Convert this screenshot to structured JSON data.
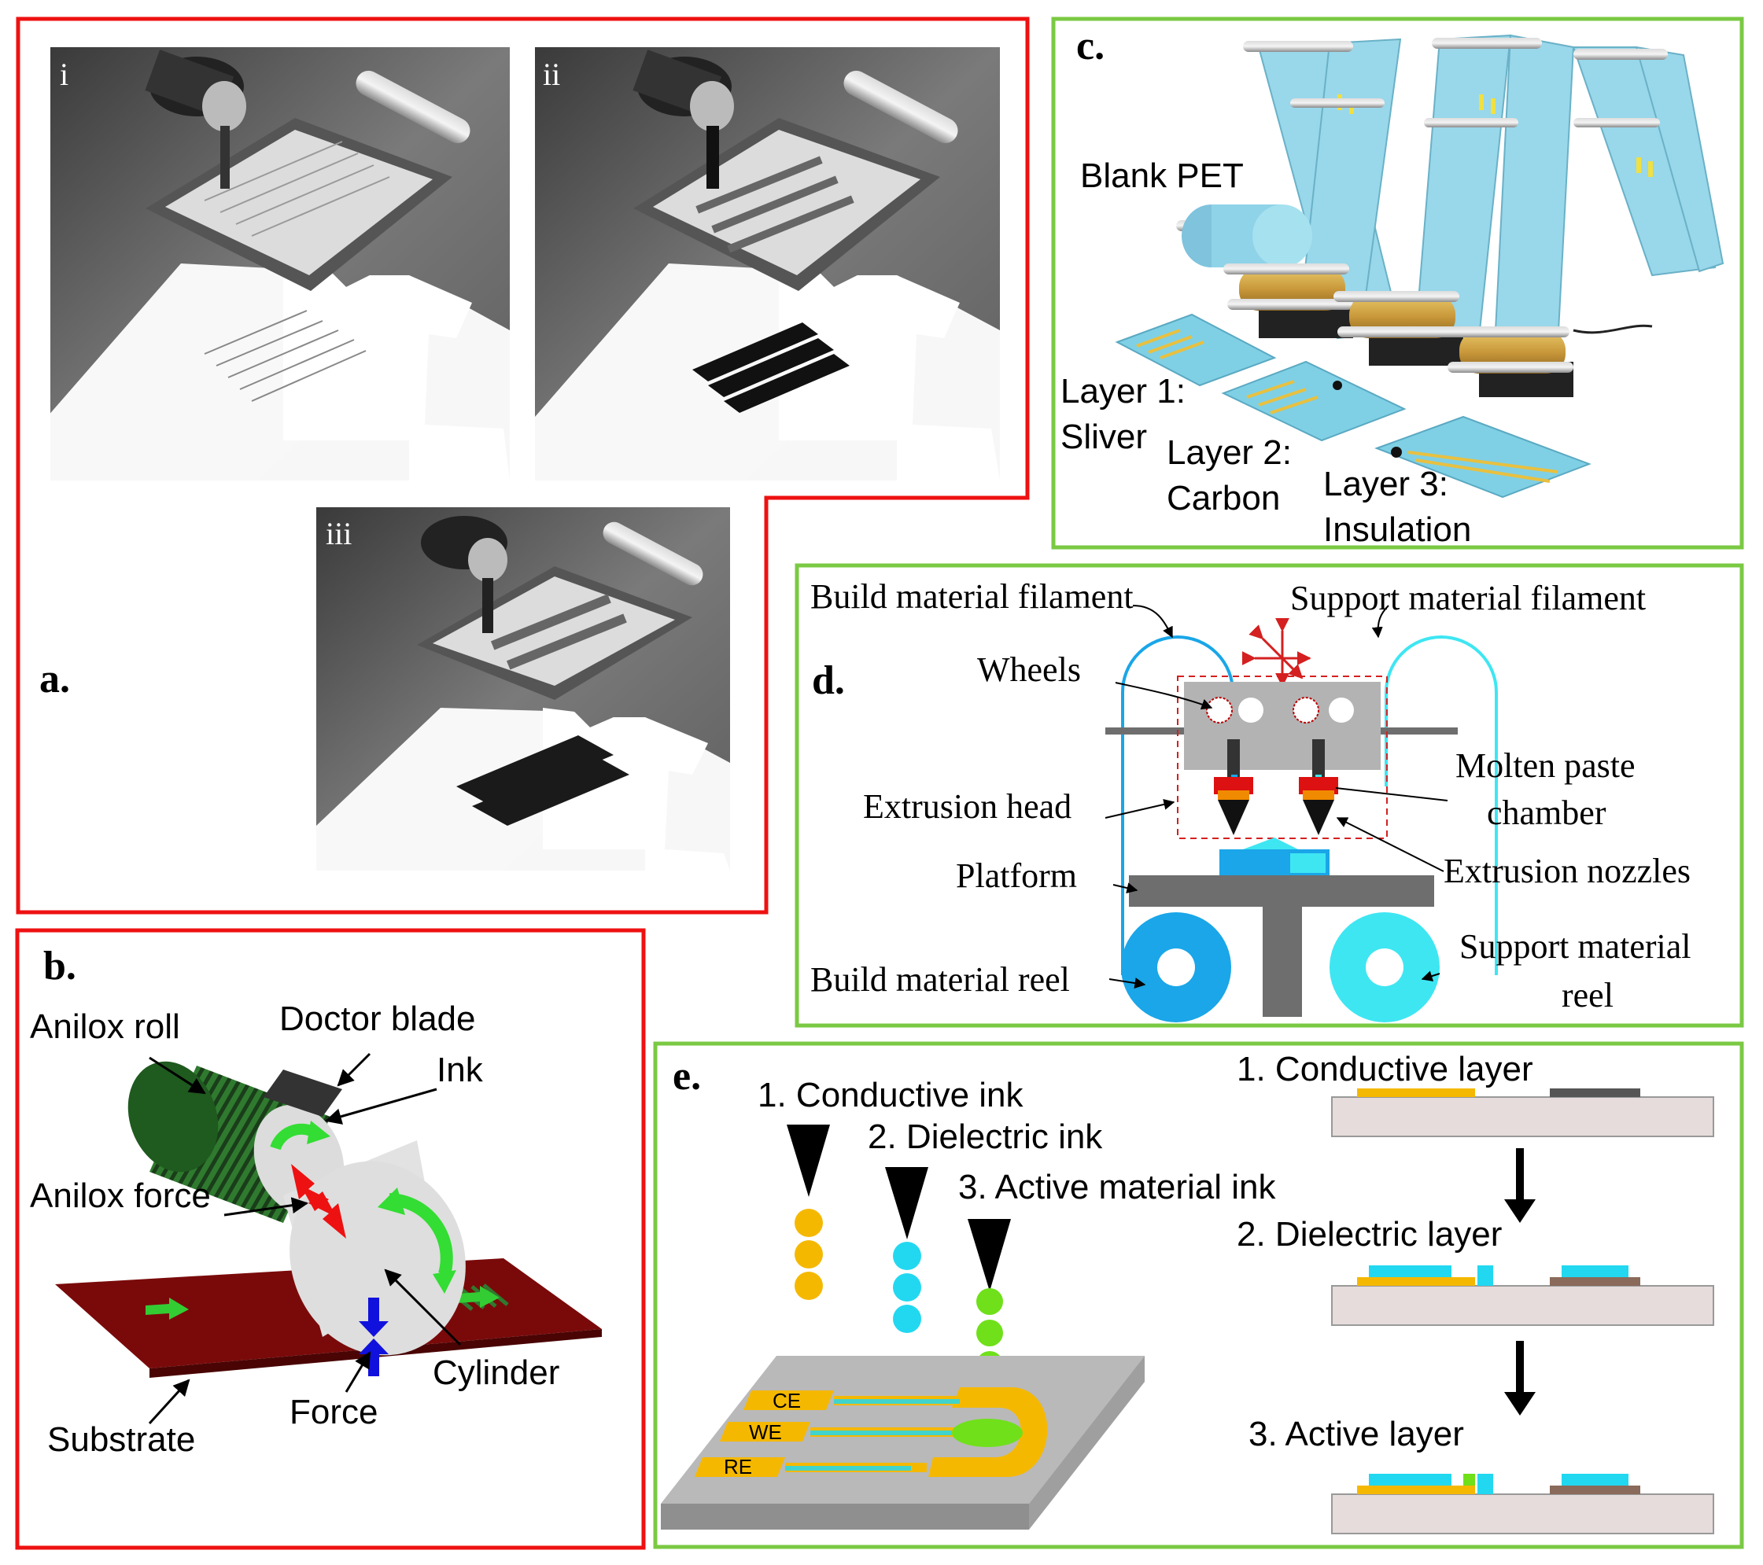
{
  "panel_a": {
    "label": "a.",
    "sub_labels": [
      "i",
      "ii",
      "iii"
    ]
  },
  "panel_b": {
    "label": "b.",
    "anilox_roll": "Anilox roll",
    "doctor_blade": "Doctor blade",
    "ink": "Ink",
    "anilox_force": "Anilox force",
    "cylinder": "Cylinder",
    "force": "Force",
    "substrate": "Substrate"
  },
  "panel_c": {
    "label": "c.",
    "blank_pet": "Blank PET",
    "layer1_a": "Layer 1:",
    "layer1_b": "Sliver",
    "layer2_a": "Layer 2:",
    "layer2_b": "Carbon",
    "layer3_a": "Layer 3:",
    "layer3_b": "Insulation"
  },
  "panel_d": {
    "label": "d.",
    "build_filament": "Build material filament",
    "support_filament": "Support material filament",
    "wheels": "Wheels",
    "molten_a": "Molten paste",
    "molten_b": "chamber",
    "extrusion_head": "Extrusion head",
    "extrusion_nozzles": "Extrusion nozzles",
    "platform": "Platform",
    "build_reel": "Build material reel",
    "support_reel_a": "Support material",
    "support_reel_b": "reel"
  },
  "panel_e": {
    "label": "e.",
    "ink1": "1. Conductive ink",
    "ink2": "2. Dielectric ink",
    "ink3": "3. Active material ink",
    "ce": "CE",
    "we": "WE",
    "re": "RE",
    "layer1": "1. Conductive layer",
    "layer2": "2. Dielectric layer",
    "layer3": "3. Active layer"
  },
  "colors": {
    "red_border": "#ee1111",
    "green_border": "#7ac943",
    "yellow": "#f5b800",
    "cyan": "#22d8f0",
    "lime": "#6fe01a",
    "blue": "#1aa6e8",
    "light_cyan": "#3ee6f2"
  }
}
